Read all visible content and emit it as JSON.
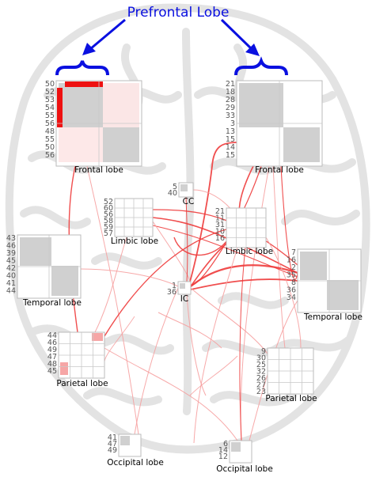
{
  "title": "Prefrontal Lobe",
  "colors": {
    "title": "#0a10e0",
    "edge": "#ee3b3b",
    "edge_faint": "#f6a0a0",
    "cell_gray": "#d0d0d0",
    "cell_light_red": "#fde8e8",
    "cell_red": "#ee1111",
    "brain_outline": "#e3e3e3"
  },
  "modules": [
    {
      "id": "fl-left",
      "label": "Frontal lobe",
      "ticks": [
        "50",
        "52",
        "53",
        "54",
        "55",
        "56",
        "48",
        "55",
        "50",
        "56"
      ]
    },
    {
      "id": "fl-right",
      "label": "Frontal lobe",
      "ticks": [
        "21",
        "18",
        "28",
        "29",
        "33",
        "3",
        "13",
        "15",
        "14",
        "15"
      ]
    },
    {
      "id": "cc",
      "label": "CC",
      "ticks": [
        "5",
        "40"
      ]
    },
    {
      "id": "limbic-left",
      "label": "Limbic lobe",
      "ticks": [
        "52",
        "60",
        "56",
        "58",
        "59",
        "57"
      ]
    },
    {
      "id": "limbic-right",
      "label": "Limbic lobe",
      "ticks": [
        "21",
        "11",
        "31",
        "10",
        "16"
      ]
    },
    {
      "id": "temporal-left",
      "label": "Temporal lobe",
      "ticks": [
        "43",
        "46",
        "39",
        "45",
        "42",
        "40",
        "41",
        "44"
      ]
    },
    {
      "id": "temporal-right",
      "label": "Temporal lobe",
      "ticks": [
        "7",
        "16",
        "2",
        "35",
        "8",
        "36",
        "34"
      ]
    },
    {
      "id": "ic",
      "label": "IC",
      "ticks": [
        "1",
        "36"
      ]
    },
    {
      "id": "parietal-left",
      "label": "Parietal lobe",
      "ticks": [
        "44",
        "46",
        "49",
        "47",
        "48",
        "45"
      ]
    },
    {
      "id": "parietal-right",
      "label": "Parietal lobe",
      "ticks": [
        "9",
        "30",
        "25",
        "32",
        "26",
        "27",
        "23"
      ]
    },
    {
      "id": "occipital-left",
      "label": "Occipital lobe",
      "ticks": [
        "41",
        "47",
        "49"
      ]
    },
    {
      "id": "occipital-right",
      "label": "Occipital lobe",
      "ticks": [
        "6",
        "14",
        "12"
      ]
    }
  ]
}
